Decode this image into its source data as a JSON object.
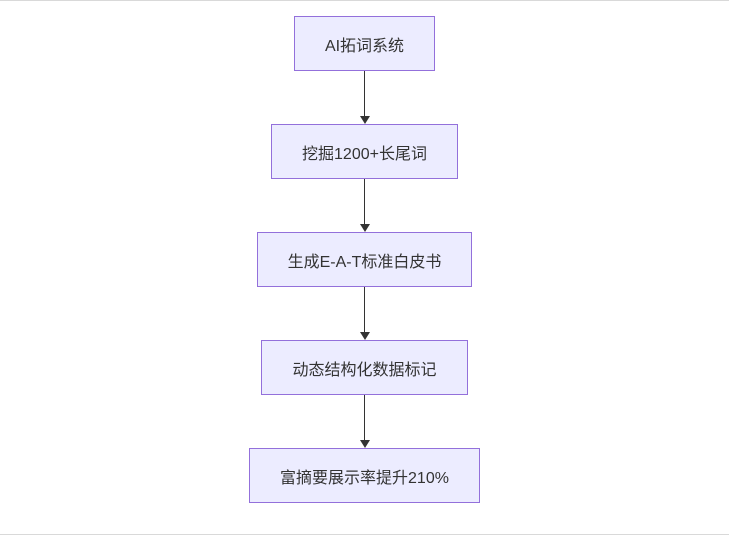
{
  "diagram": {
    "type": "flowchart",
    "direction": "top-to-bottom",
    "nodes": [
      {
        "label": "AI拓词系统"
      },
      {
        "label": "挖掘1200+长尾词"
      },
      {
        "label": "生成E-A-T标准白皮书"
      },
      {
        "label": "动态结构化数据标记"
      },
      {
        "label": "富摘要展示率提升210%"
      }
    ],
    "edges": [
      {
        "from": 0,
        "to": 1
      },
      {
        "from": 1,
        "to": 2
      },
      {
        "from": 2,
        "to": 3
      },
      {
        "from": 3,
        "to": 4
      }
    ],
    "colors": {
      "node_fill": "#ececff",
      "node_border": "#9370db",
      "text": "#333333",
      "arrow": "#333333",
      "background": "#ffffff"
    }
  }
}
